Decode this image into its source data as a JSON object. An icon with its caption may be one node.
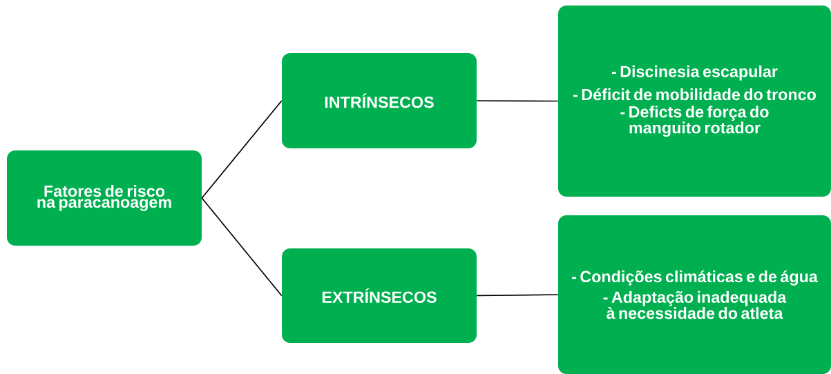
{
  "diagram": {
    "nodes": [
      {
        "text": [
          "Fatores de risco na paracanoagem"
        ]
      },
      {
        "text": [
          "INTRÍNSECOS"
        ]
      },
      {
        "text": [
          "EXTRÍNSECOS"
        ]
      },
      {
        "text": [
          "- Discinesia escapular",
          "- Déficit de mobilidade do tronco",
          "- Deficts de força do manguito rotador"
        ]
      },
      {
        "text": [
          "- Condições climáticas e de água",
          "- Adaptação inadequada à necessidade do atleta"
        ]
      }
    ],
    "edges": [
      {
        "from": 0,
        "to": 1,
        "arrow": "none"
      },
      {
        "from": 0,
        "to": 2,
        "arrow": "none"
      },
      {
        "from": 1,
        "to": 3,
        "arrow": "none"
      },
      {
        "from": 2,
        "to": 4,
        "arrow": "none"
      }
    ]
  }
}
